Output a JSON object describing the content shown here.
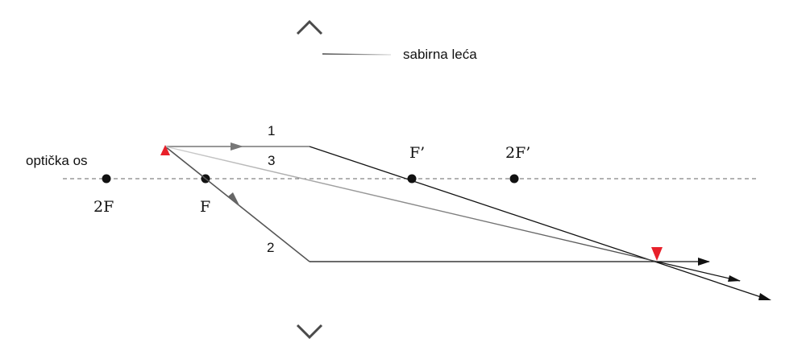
{
  "labels": {
    "lens": "sabirna leća",
    "axis": "optička os",
    "ray1": "1",
    "ray2": "2",
    "ray3": "3",
    "focus_left": "F",
    "double_focus_left": "2F",
    "focus_right": "F’",
    "double_focus_right": "2F’"
  },
  "colors": {
    "object_arrow": "#e8202a",
    "image_arrow": "#e8202a",
    "lens": "#555555",
    "ray": "#111111",
    "axis": "#666666"
  }
}
